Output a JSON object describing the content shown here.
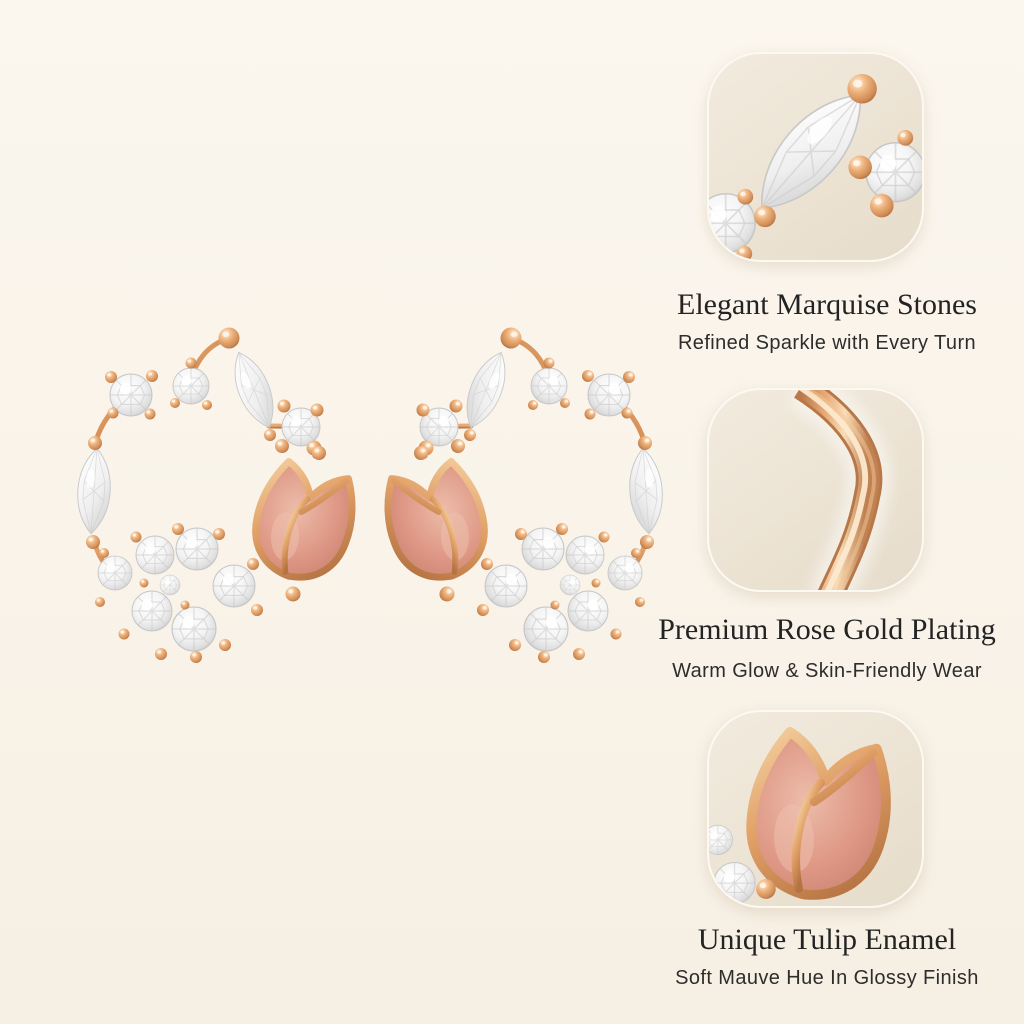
{
  "colors": {
    "background": "#f9f3e9",
    "card_bg": "#ebe2d2",
    "card_border": "#fcf9f3",
    "heading_text": "#232323",
    "subtitle_text": "#2d2d2d",
    "rose_gold": "#d99a66",
    "rose_gold_dark": "#b5703f",
    "rose_gold_light": "#f6d6af",
    "enamel_mauve": "#dd9683",
    "crystal_white": "#ffffff",
    "crystal_facet": "#c6c6c6"
  },
  "product": {
    "description": "rose gold tulip wreath stud earrings with marquise and round crystals",
    "earrings": [
      {
        "side": "left"
      },
      {
        "side": "right"
      }
    ]
  },
  "features": [
    {
      "id": "marquise-stones",
      "closeup": "marquise-stone-closeup",
      "title": "Elegant Marquise Stones",
      "subtitle": "Refined Sparkle with Every Turn"
    },
    {
      "id": "rose-gold-plating",
      "closeup": "rose-gold-band-closeup",
      "title": "Premium Rose Gold Plating",
      "subtitle": "Warm Glow & Skin-Friendly Wear"
    },
    {
      "id": "tulip-enamel",
      "closeup": "tulip-enamel-closeup",
      "title": "Unique Tulip Enamel",
      "subtitle": "Soft Mauve Hue In Glossy Finish"
    }
  ]
}
